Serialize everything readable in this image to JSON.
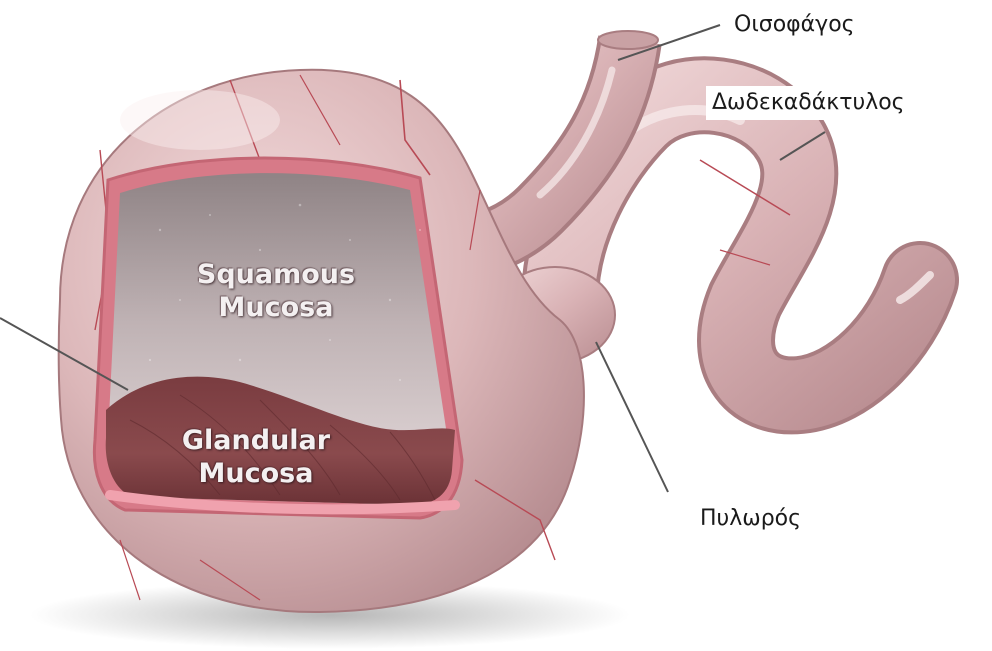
{
  "labels": {
    "esophagus": "Οισοφάγος",
    "duodenum": "Δωδεκαδάκτυλος",
    "pylorus": "Πυλωρός"
  },
  "regions": {
    "squamous_line1": "Squamous",
    "squamous_line2": "Mucosa",
    "glandular_line1": "Glandular",
    "glandular_line2": "Mucosa"
  },
  "colors": {
    "stomach_wall": "#dcb7b9",
    "squamous_mucosa": "#bfb2b4",
    "glandular_mucosa": "#8a4a4d",
    "cut_rim": "#d77a88",
    "vessel": "#b84a55",
    "leader_line": "#555555"
  }
}
